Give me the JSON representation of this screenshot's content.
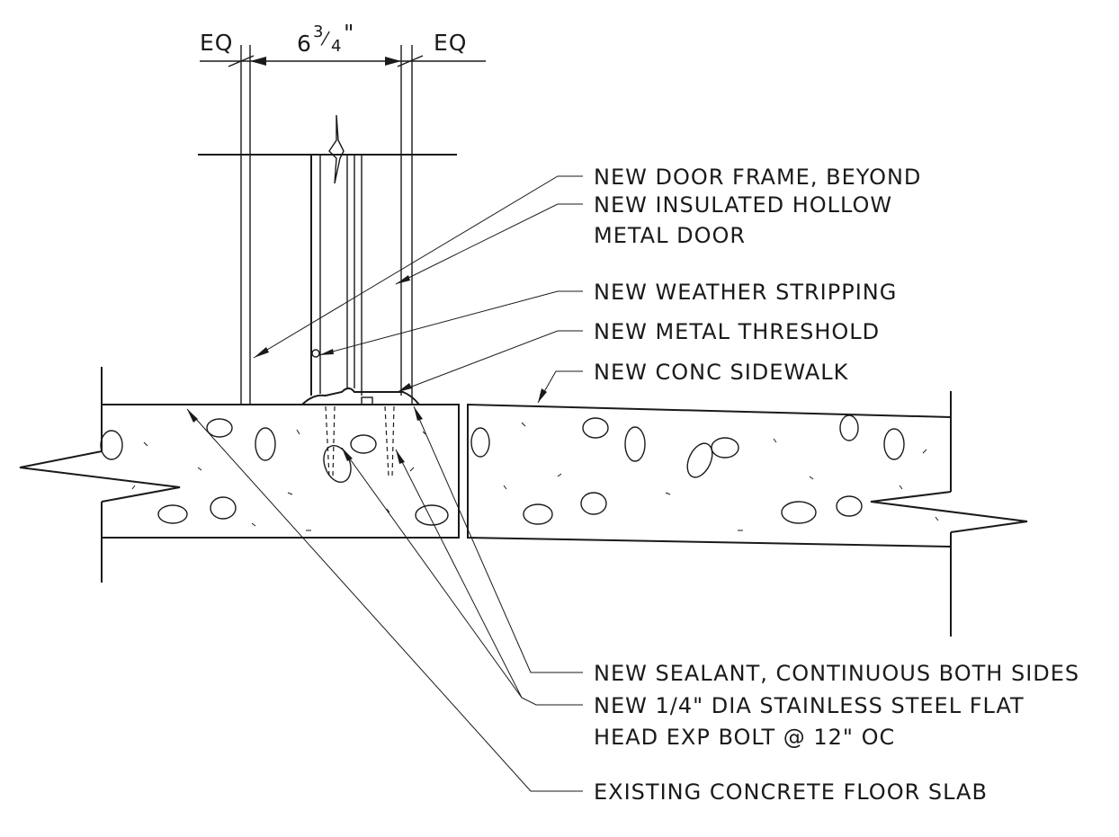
{
  "dimensions": {
    "left": "EQ",
    "middle_whole": "6",
    "middle_num": "3",
    "middle_den": "4",
    "middle_inch": "\"",
    "right": "EQ"
  },
  "callouts": [
    {
      "id": "door-frame",
      "lines": [
        "NEW DOOR FRAME, BEYOND"
      ]
    },
    {
      "id": "door",
      "lines": [
        "NEW INSULATED HOLLOW",
        "METAL DOOR"
      ]
    },
    {
      "id": "weather-stripping",
      "lines": [
        "NEW WEATHER STRIPPING"
      ]
    },
    {
      "id": "threshold",
      "lines": [
        "NEW METAL THRESHOLD"
      ]
    },
    {
      "id": "sidewalk",
      "lines": [
        "NEW CONC SIDEWALK"
      ]
    },
    {
      "id": "sealant",
      "lines": [
        "NEW SEALANT, CONTINUOUS BOTH SIDES"
      ]
    },
    {
      "id": "bolt",
      "lines": [
        "NEW 1/4\" DIA STAINLESS STEEL FLAT",
        "HEAD EXP BOLT @ 12\" OC"
      ]
    },
    {
      "id": "slab",
      "lines": [
        "EXISTING CONCRETE FLOOR SLAB"
      ]
    }
  ]
}
